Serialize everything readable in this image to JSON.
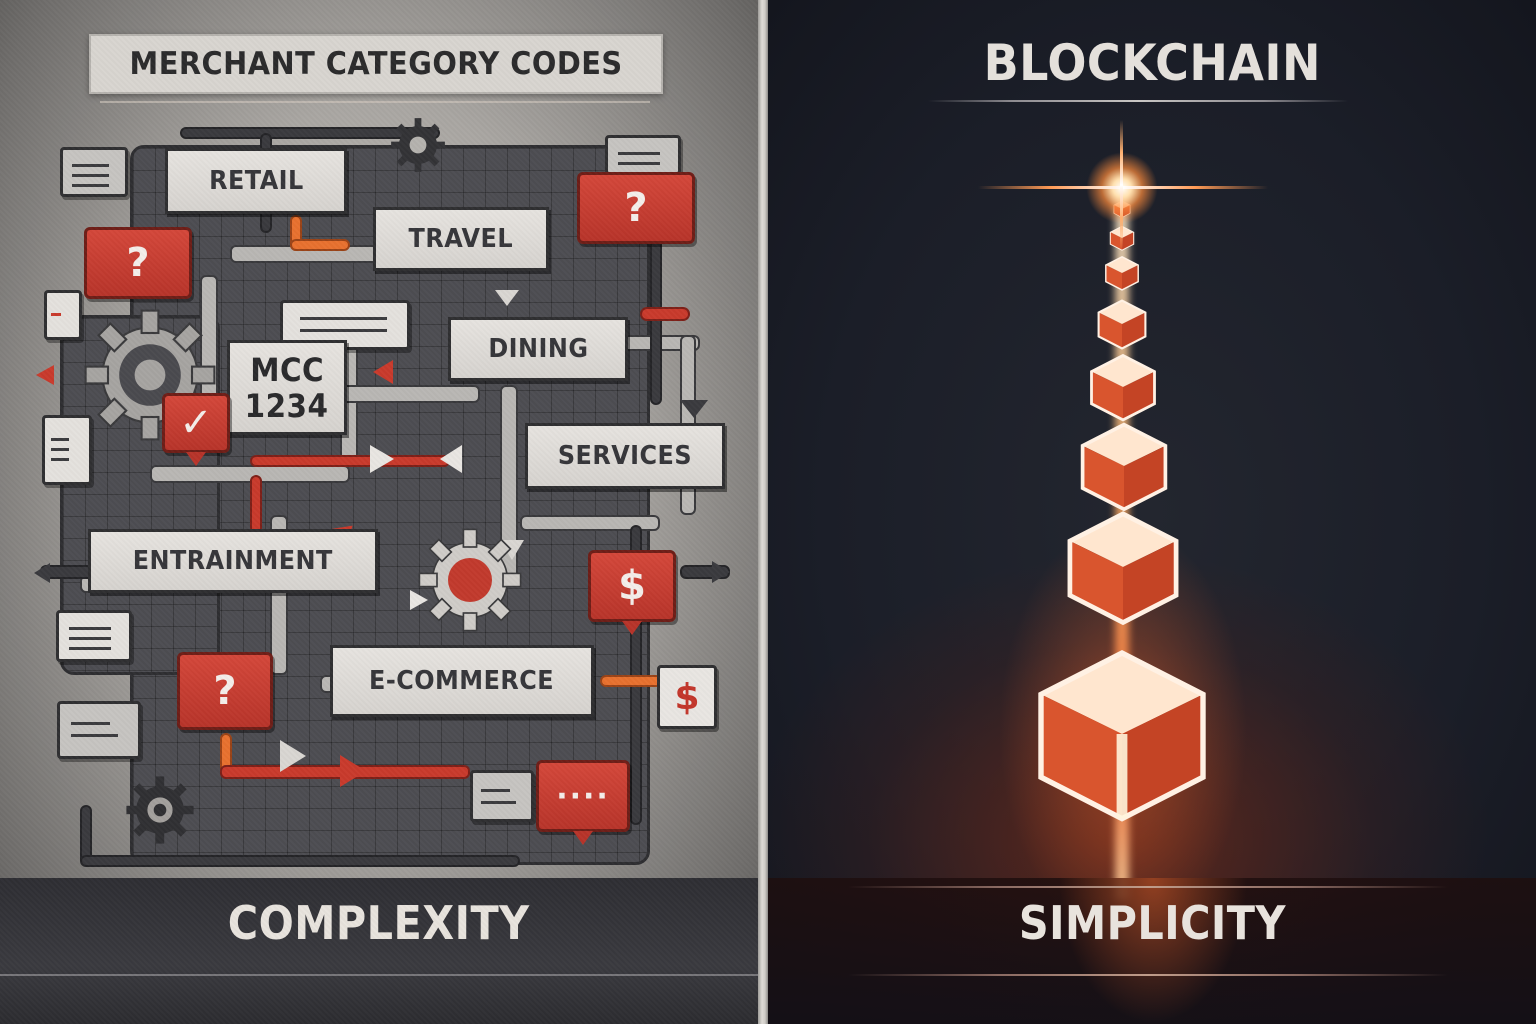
{
  "left_panel": {
    "title": "MERCHANT CATEGORY CODES",
    "footer_label": "COMPLEXITY",
    "category_labels": [
      "RETAIL",
      "TRAVEL",
      "DINING",
      "SERVICES",
      "ENTRAINMENT",
      "E-COMMERCE"
    ],
    "mcc_card": {
      "line1": "MCC",
      "line2": "1234"
    },
    "icons": {
      "question": "?",
      "check": "✓",
      "dollar": "$",
      "ellipsis": "····"
    },
    "colors": {
      "accent_red": "#c93a2c",
      "accent_orange": "#e8712f",
      "card_light": "#e3e0dc",
      "ink": "#2f2f31"
    }
  },
  "right_panel": {
    "title": "BLOCKCHAIN",
    "footer_label": "SIMPLICITY",
    "block_count": 8,
    "colors": {
      "glow": "#ff7a3c",
      "background": "#1c1f2b",
      "cube_face": "#c9462c"
    }
  }
}
